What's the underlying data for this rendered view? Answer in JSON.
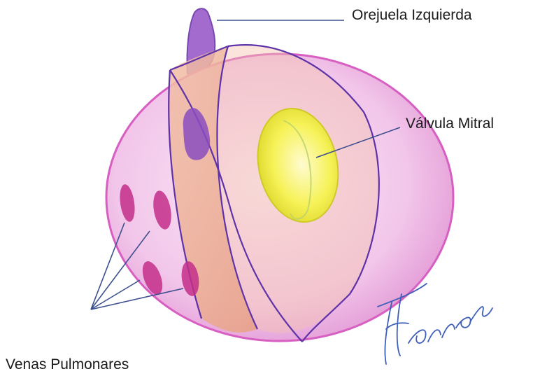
{
  "labels": {
    "orejuela": "Orejuela Izquierda",
    "valvula": "Válvula Mitral",
    "venas": "Venas Pulmonares"
  },
  "signature": "Herrera",
  "colors": {
    "chamber_outer": "#d85fc2",
    "chamber_fill": "#f2c6ea",
    "wall_section": "#e9a58a",
    "valve": "#f1ee3c",
    "vein": "#c42f8a",
    "appendage": "#8f4fc2",
    "outline": "#5e32a8",
    "leader": "#3d4f8e",
    "signature": "#3e5fb8"
  }
}
